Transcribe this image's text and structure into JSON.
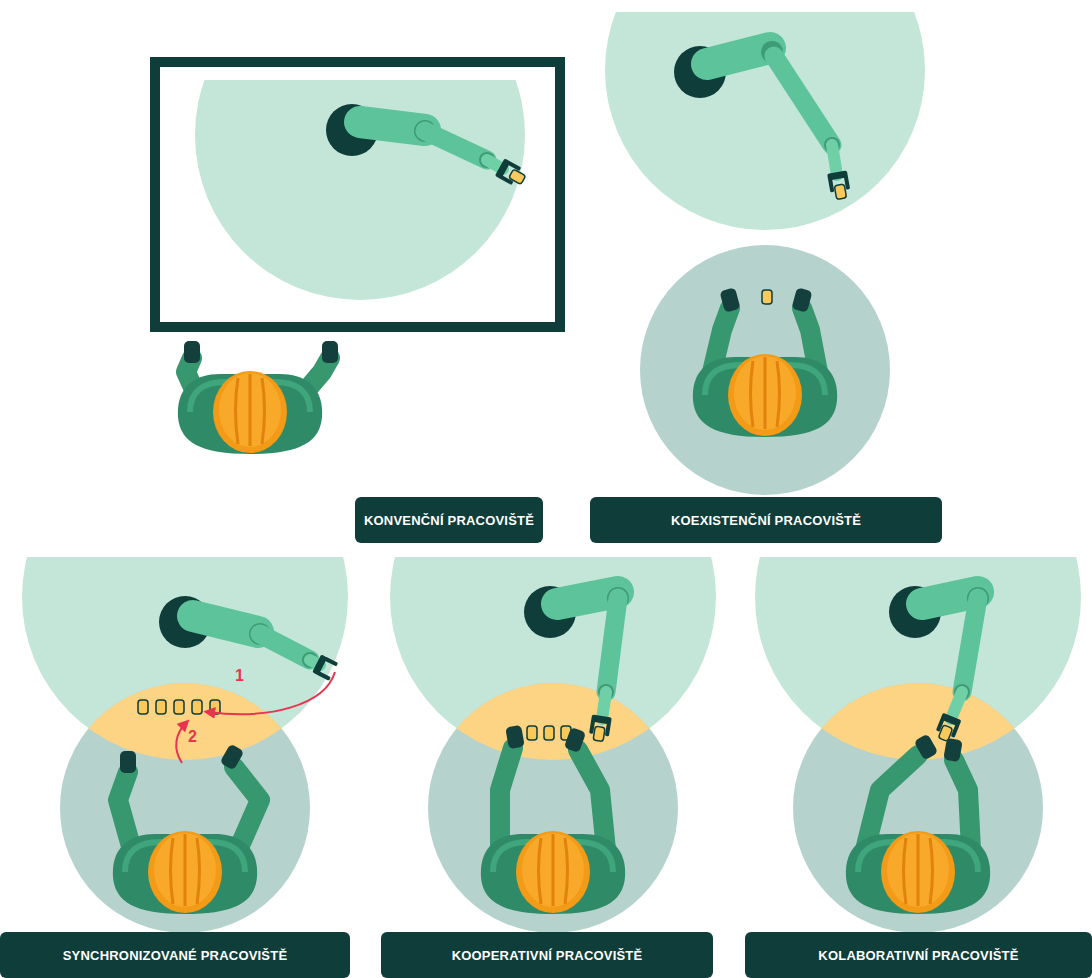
{
  "diagram": {
    "nodes": [
      {
        "text": [
          "KONVENČNÍ PRACOVIŠTĚ"
        ]
      },
      {
        "text": [
          "KOEXISTENČNÍ PRACOVIŠTĚ"
        ]
      },
      {
        "text": [
          "SYNCHRONIZOVANÉ PRACOVIŠTĚ"
        ]
      },
      {
        "text": [
          "KOOPERATIVNÍ PRACOVIŠTĚ"
        ]
      },
      {
        "text": [
          "KOLABORATIVNÍ PRACOVIŠTĚ"
        ]
      }
    ],
    "labels": [
      "1",
      "2"
    ]
  }
}
